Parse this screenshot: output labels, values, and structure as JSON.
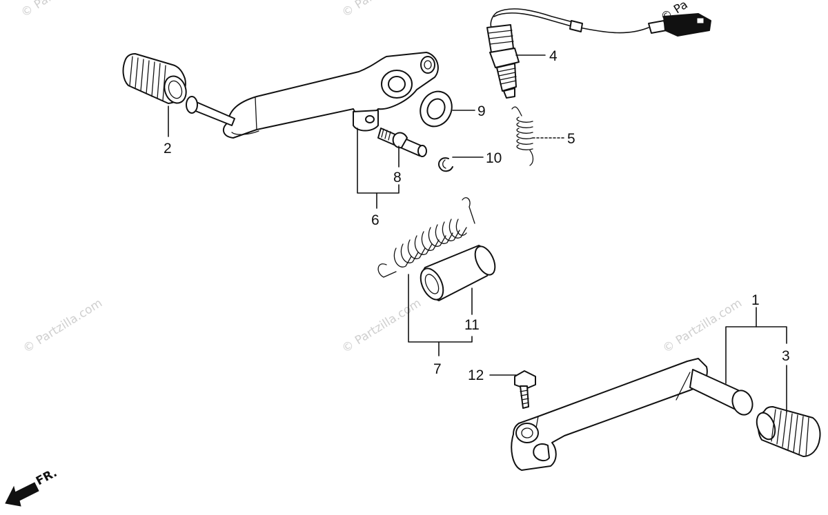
{
  "diagram": {
    "callouts": [
      {
        "id": "1",
        "label": "1"
      },
      {
        "id": "2",
        "label": "2"
      },
      {
        "id": "3",
        "label": "3"
      },
      {
        "id": "4",
        "label": "4"
      },
      {
        "id": "5",
        "label": "5"
      },
      {
        "id": "6",
        "label": "6"
      },
      {
        "id": "7",
        "label": "7"
      },
      {
        "id": "8",
        "label": "8"
      },
      {
        "id": "9",
        "label": "9"
      },
      {
        "id": "10",
        "label": "10"
      },
      {
        "id": "11",
        "label": "11"
      },
      {
        "id": "12",
        "label": "12"
      }
    ],
    "front_indicator": "FR.",
    "watermark": "© Partzilla.com",
    "corner_watermark": "© Pa"
  }
}
